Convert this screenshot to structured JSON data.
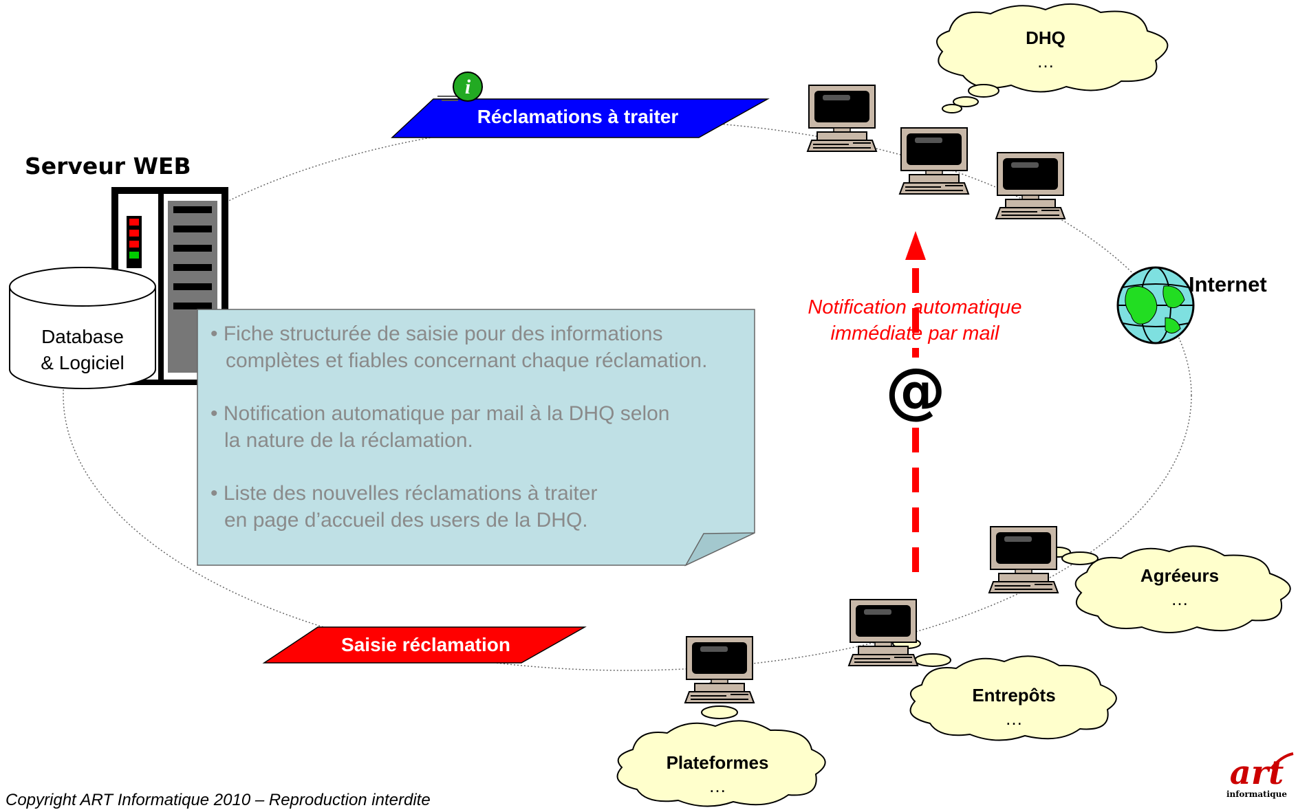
{
  "server": {
    "title": "Serveur WEB",
    "db_line1": "Database",
    "db_line2": "& Logiciel"
  },
  "banners": {
    "top": "Réclamations à traiter",
    "bottom": "Saisie réclamation"
  },
  "notification": {
    "line1": "Notification automatique",
    "line2": "immédiate par mail",
    "at_symbol": "@"
  },
  "internet": "Internet",
  "clouds": {
    "dhq": {
      "title": "DHQ",
      "more": "…"
    },
    "agreeurs": {
      "title": "Agréeurs",
      "more": "…"
    },
    "entrepots": {
      "title": "Entrepôts",
      "more": "…"
    },
    "plateformes": {
      "title": "Plateformes",
      "more": "…"
    }
  },
  "note": {
    "b1_line1": "• Fiche structurée de saisie pour des informations",
    "b1_line2": "complètes et fiables concernant chaque réclamation.",
    "b2_line1": "• Notification automatique par mail à la DHQ selon",
    "b2_line2": "la nature de la réclamation.",
    "b3_line1": "• Liste des nouvelles réclamations à traiter",
    "b3_line2": "en page d’accueil des users de la DHQ."
  },
  "footer": "Copyright ART Informatique 2010 – Reproduction interdite",
  "logo": {
    "main": "art",
    "sub": "informatique"
  },
  "colors": {
    "blue_banner": "#0000ff",
    "red_banner": "#ff0000",
    "note_bg": "#bfe0e5",
    "cloud_fill": "#ffffcc",
    "arrow": "#ff0000"
  }
}
